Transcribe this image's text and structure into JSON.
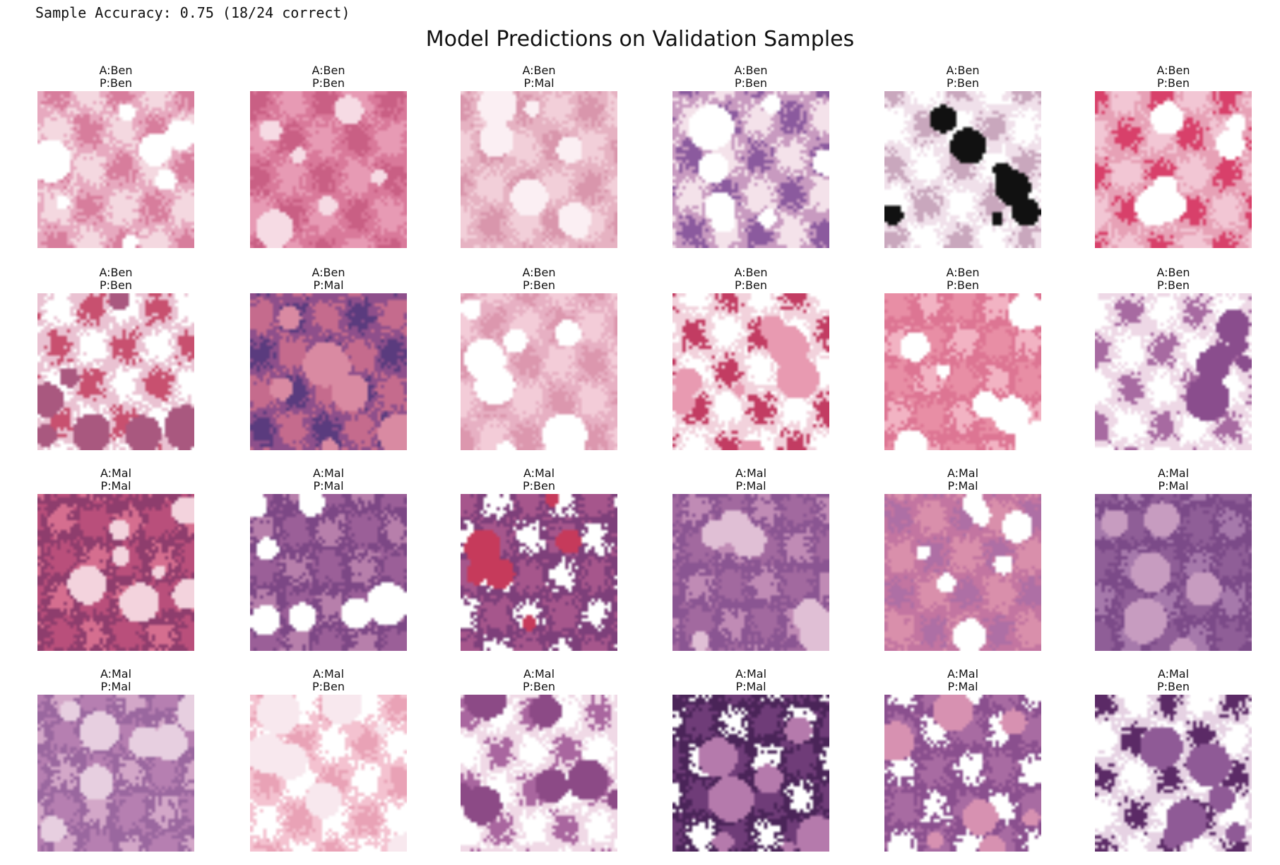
{
  "console_line": "Sample Accuracy: 0.75 (18/24 correct)",
  "figure_title": "Model Predictions on Validation Samples",
  "samples": [
    {
      "actual": "A:Ben",
      "pred": "P:Ben",
      "palette": [
        "#f4d8e0",
        "#e7a9bf",
        "#d77d9c",
        "#ffffff"
      ]
    },
    {
      "actual": "A:Ben",
      "pred": "P:Ben",
      "palette": [
        "#e79ab4",
        "#d9799a",
        "#c95f84",
        "#f6dbe4"
      ]
    },
    {
      "actual": "A:Ben",
      "pred": "P:Mal",
      "palette": [
        "#f2cfd9",
        "#e6b2c2",
        "#d996ac",
        "#fbeff3"
      ]
    },
    {
      "actual": "A:Ben",
      "pred": "P:Ben",
      "palette": [
        "#f4e2ea",
        "#c89ac0",
        "#8b5a9e",
        "#ffffff"
      ]
    },
    {
      "actual": "A:Ben",
      "pred": "P:Ben",
      "palette": [
        "#ffffff",
        "#f0e0ea",
        "#c9a7bd",
        "#111111"
      ]
    },
    {
      "actual": "A:Ben",
      "pred": "P:Ben",
      "palette": [
        "#f2c6d4",
        "#e7a1b6",
        "#d8406a",
        "#ffffff"
      ]
    },
    {
      "actual": "A:Ben",
      "pred": "P:Ben",
      "palette": [
        "#ffffff",
        "#eac2d2",
        "#c8506f",
        "#a9587f"
      ]
    },
    {
      "actual": "A:Ben",
      "pred": "P:Mal",
      "palette": [
        "#c56b8d",
        "#8e4f8b",
        "#5a3b7e",
        "#d98aa2"
      ]
    },
    {
      "actual": "A:Ben",
      "pred": "P:Ben",
      "palette": [
        "#f3ccd8",
        "#e7b0c3",
        "#dc97ae",
        "#ffffff"
      ]
    },
    {
      "actual": "A:Ben",
      "pred": "P:Ben",
      "palette": [
        "#ffffff",
        "#f2d2dc",
        "#c23c62",
        "#e89ab1"
      ]
    },
    {
      "actual": "A:Ben",
      "pred": "P:Ben",
      "palette": [
        "#e88ea5",
        "#dd7593",
        "#f2b3c3",
        "#ffffff"
      ]
    },
    {
      "actual": "A:Ben",
      "pred": "P:Ben",
      "palette": [
        "#ffffff",
        "#eed8e6",
        "#a76aa1",
        "#8a4d8d"
      ]
    },
    {
      "actual": "A:Mal",
      "pred": "P:Mal",
      "palette": [
        "#b94f7b",
        "#8e3d6d",
        "#d56e8f",
        "#f3d3dd"
      ]
    },
    {
      "actual": "A:Mal",
      "pred": "P:Mal",
      "palette": [
        "#9b5f98",
        "#7c4785",
        "#b77fab",
        "#ffffff"
      ]
    },
    {
      "actual": "A:Mal",
      "pred": "P:Ben",
      "palette": [
        "#a6568c",
        "#7d3f7a",
        "#ffffff",
        "#c63a5b"
      ]
    },
    {
      "actual": "A:Mal",
      "pred": "P:Mal",
      "palette": [
        "#a2699f",
        "#8a5592",
        "#c08bb5",
        "#e0bfd5"
      ]
    },
    {
      "actual": "A:Mal",
      "pred": "P:Mal",
      "palette": [
        "#d98fab",
        "#c375a1",
        "#ae6fa5",
        "#ffffff"
      ]
    },
    {
      "actual": "A:Mal",
      "pred": "P:Mal",
      "palette": [
        "#8f5e97",
        "#7b4a88",
        "#a679ab",
        "#c79cc0"
      ]
    },
    {
      "actual": "A:Mal",
      "pred": "P:Mal",
      "palette": [
        "#b67fb1",
        "#9a679f",
        "#d3a7c8",
        "#e7cfe0"
      ]
    },
    {
      "actual": "A:Mal",
      "pred": "P:Ben",
      "palette": [
        "#ffffff",
        "#f4c2d0",
        "#e9a2b6",
        "#f8e8ee"
      ]
    },
    {
      "actual": "A:Mal",
      "pred": "P:Ben",
      "palette": [
        "#ffffff",
        "#f0d9e6",
        "#a9669f",
        "#8c4a86"
      ]
    },
    {
      "actual": "A:Mal",
      "pred": "P:Mal",
      "palette": [
        "#6f3c78",
        "#4a2458",
        "#ffffff",
        "#b57aac"
      ]
    },
    {
      "actual": "A:Mal",
      "pred": "P:Mal",
      "palette": [
        "#a86ba2",
        "#8a4f8e",
        "#ffffff",
        "#d791b1"
      ]
    },
    {
      "actual": "A:Mal",
      "pred": "P:Ben",
      "palette": [
        "#ffffff",
        "#e6d2e3",
        "#5b2a66",
        "#8f5a96"
      ]
    }
  ]
}
